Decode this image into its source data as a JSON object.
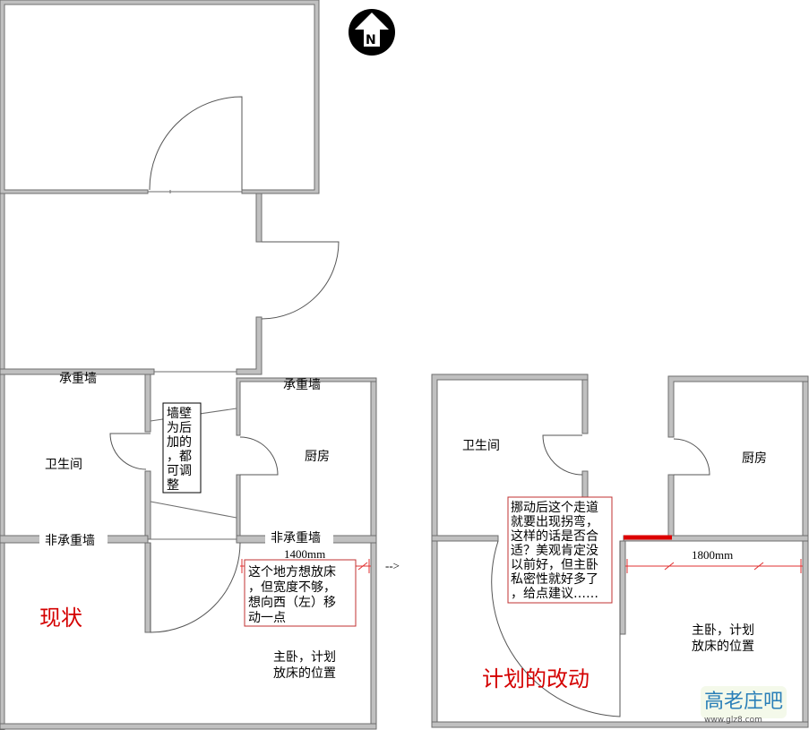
{
  "compass": {
    "letter": "N"
  },
  "left_plan": {
    "labels": {
      "load_wall_left": "承重墙",
      "load_wall_right": "承重墙",
      "bathroom": "卫生间",
      "kitchen": "厨房",
      "nonload_wall_left": "非承重墙",
      "nonload_wall_right": "非承重墙",
      "master_bedroom_line1": "主卧，计划",
      "master_bedroom_line2": "放床的位置"
    },
    "dimension": "1400mm",
    "title": "现状",
    "wall_note": [
      "墙壁",
      "为后",
      "加的",
      "，都",
      "可调",
      "整"
    ],
    "bed_note": [
      "这个地方想放床",
      "，但宽度不够，",
      "想向西（左）移",
      "动一点"
    ]
  },
  "arrow": "-->",
  "right_plan": {
    "labels": {
      "bathroom": "卫生间",
      "kitchen": "厨房",
      "master_bedroom_line1": "主卧，计划",
      "master_bedroom_line2": "放床的位置"
    },
    "dimension": "1800mm",
    "title": "计划的改动",
    "note": [
      "挪动后这个走道",
      "就要出现拐弯，",
      "这样的话是否合",
      "适？美观肯定没",
      "以前好，但主卧",
      "私密性就好多了",
      "，给点建议……"
    ]
  },
  "watermark": {
    "brand": "高老庄吧",
    "url": "www.glz8.com"
  },
  "colors": {
    "accent": "#d40000",
    "wall": "#c0c0c0",
    "note_border": "#c03030"
  }
}
